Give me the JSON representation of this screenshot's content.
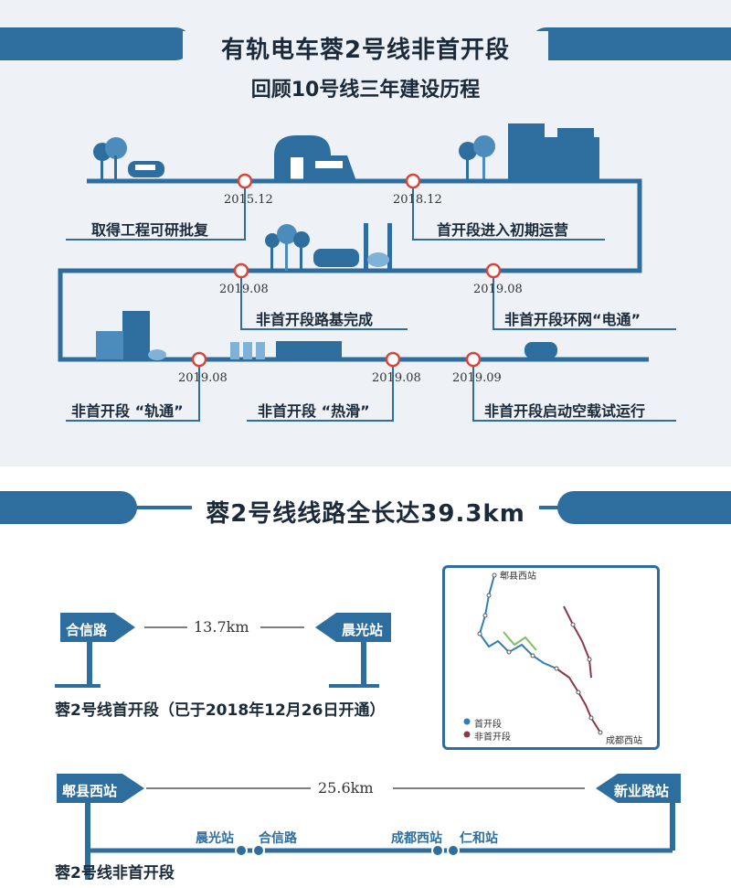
{
  "header": {
    "title": "有轨电车蓉2号线非首开段",
    "subtitle": "回顾10号线三年建设历程"
  },
  "timeline": [
    {
      "date": "2015.12",
      "label": "取得工程可研批复"
    },
    {
      "date": "2018.12",
      "label": "首开段进入初期运营"
    },
    {
      "date": "2019.08",
      "label": "非首开段路基完成"
    },
    {
      "date": "2019.08",
      "label": "非首开段环网“电通”"
    },
    {
      "date": "2019.08",
      "label": "非首开段 “轨通”"
    },
    {
      "date": "2019.08",
      "label": "非首开段 “热滑”"
    },
    {
      "date": "2019.09",
      "label": "非首开段启动空载试运行"
    }
  ],
  "route": {
    "title": "蓉2号线线路全长达39.3km",
    "first_section": {
      "left_sign": "合信路",
      "right_sign": "晨光站",
      "distance": "13.7km",
      "caption": "蓉2号线首开段（已于2018年12月26日开通）"
    },
    "non_first_section": {
      "left_sign": "郫县西站",
      "right_sign": "新业路站",
      "distance": "25.6km",
      "stations": [
        "晨光站",
        "合信路",
        "成都西站",
        "仁和站"
      ],
      "caption": "蓉2号线非首开段"
    },
    "map": {
      "top_station": "郫县西站",
      "bottom_station": "成都西站",
      "legend": [
        {
          "label": "首开段",
          "color": "#2e7fb8"
        },
        {
          "label": "非首开段",
          "color": "#8a3a4a"
        }
      ]
    }
  },
  "colors": {
    "accent": "#2e6e9e",
    "light_blue": "#7fb2d6",
    "node": "#d9443a",
    "panel": "#eef1f6"
  }
}
